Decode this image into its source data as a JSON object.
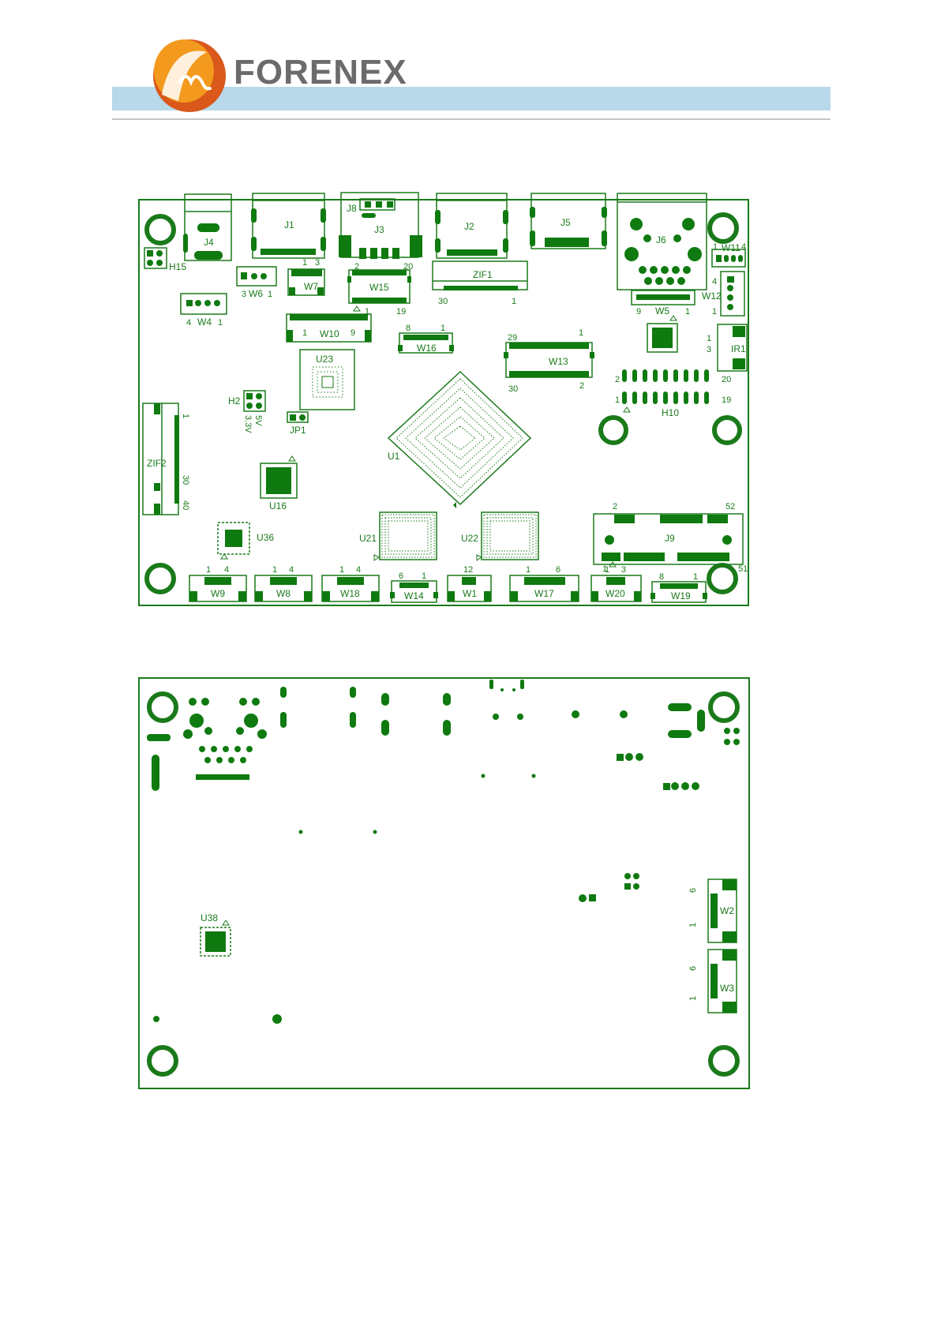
{
  "header": {
    "brand": "FORENEX",
    "band_color": "#b7d9ea",
    "logo_colors": [
      "#f39a1e",
      "#d9581a"
    ]
  },
  "colors": {
    "board": "#1a7a1a",
    "pad": "#0f7a0f",
    "label": "#1a7a1a"
  },
  "top_view": {
    "connectors": {
      "J1": "J1",
      "J2": "J2",
      "J3": "J3",
      "J4": "J4",
      "J5": "J5",
      "J6": "J6",
      "J8": "J8",
      "J9": "J9",
      "ZIF1": "ZIF1",
      "ZIF2": "ZIF2",
      "IR1": "IR1",
      "H10": "H10",
      "H15": "H15",
      "H2": "H2",
      "JP1": "JP1"
    },
    "wafers": {
      "W1": "W1",
      "W4": "W4",
      "W5": "W5",
      "W6": "W6",
      "W7": "W7",
      "W8": "W8",
      "W9": "W9",
      "W10": "W10",
      "W11": "W11",
      "W12": "W12",
      "W13": "W13",
      "W14": "W14",
      "W15": "W15",
      "W16": "W16",
      "W17": "W17",
      "W18": "W18",
      "W19": "W19",
      "W20": "W20"
    },
    "chips": {
      "U1": "U1",
      "U16": "U16",
      "U21": "U21",
      "U22": "U22",
      "U23": "U23",
      "U36": "U36"
    },
    "pins": {
      "w6_3": "3",
      "w6_1": "1",
      "w7_1": "1",
      "w7_3": "3",
      "w4_4": "4",
      "w4_1": "1",
      "w15_2": "2",
      "w15_20": "20",
      "w15_1": "1",
      "w15_19": "19",
      "zif1_30": "30",
      "zif1_1": "1",
      "w10_1": "1",
      "w10_9": "9",
      "w16_8": "8",
      "w16_1": "1",
      "w13_29": "29",
      "w13_1": "1",
      "w13_30": "30",
      "w13_2": "2",
      "w5_9": "9",
      "w5_1": "1",
      "w11_1": "1",
      "w11_4": "4",
      "w12_4": "4",
      "w12_1": "1",
      "ir1_1": "1",
      "ir1_3": "3",
      "h10_2": "2",
      "h10_20": "20",
      "h10_1": "1",
      "h10_19": "19",
      "h2_5v": "5V",
      "h2_33v": "3.3V",
      "zif2_1": "1",
      "zif2_30": "30",
      "zif2_40": "40",
      "j9_2": "2",
      "j9_52": "52",
      "j9_1": "1",
      "j9_51": "51",
      "w9_1": "1",
      "w9_4": "4",
      "w8_1": "1",
      "w8_4": "4",
      "w18_1": "1",
      "w18_4": "4",
      "w14_6": "6",
      "w14_1": "1",
      "w1_12": "12",
      "w17_1": "1",
      "w17_6": "6",
      "w20_1": "1",
      "w20_3": "3",
      "w19_8": "8",
      "w19_1": "1"
    }
  },
  "bottom_view": {
    "chips": {
      "U38": "U38"
    },
    "wafers": {
      "W2": "W2",
      "W3": "W3"
    },
    "pins": {
      "w2_6": "6",
      "w2_1": "1",
      "w3_6": "6",
      "w3_1": "1"
    }
  }
}
